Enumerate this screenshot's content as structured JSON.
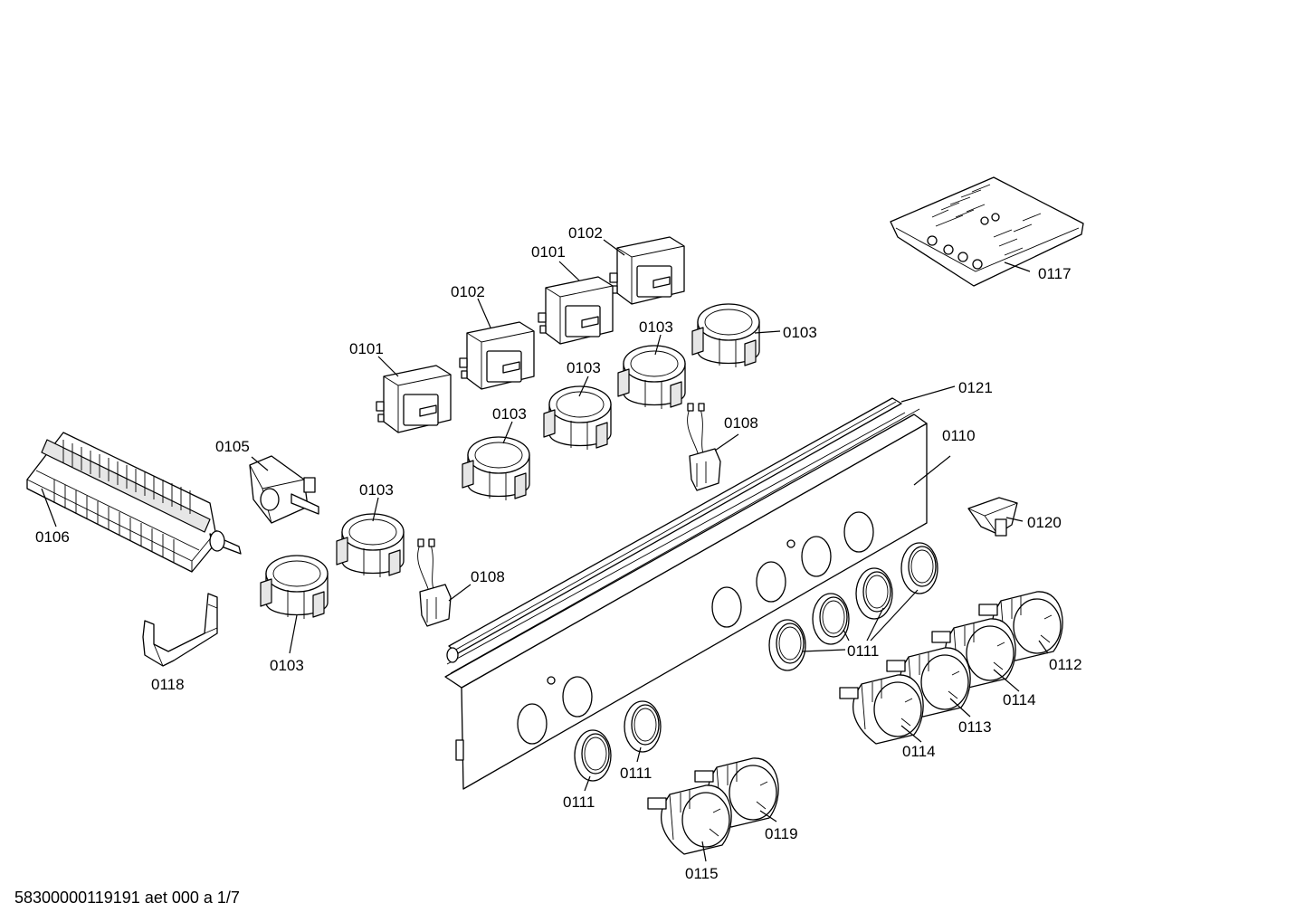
{
  "footer": "58300000119191 aet 000 a 1/7",
  "callouts": {
    "c0101a": "0101",
    "c0101b": "0101",
    "c0102a": "0102",
    "c0102b": "0102",
    "c0103a": "0103",
    "c0103b": "0103",
    "c0103c": "0103",
    "c0103d": "0103",
    "c0103e": "0103",
    "c0103f": "0103",
    "c0105": "0105",
    "c0106": "0106",
    "c0108a": "0108",
    "c0108b": "0108",
    "c0110": "0110",
    "c0111a": "0111",
    "c0111b": "0111",
    "c0111c": "0111",
    "c0112": "0112",
    "c0113": "0113",
    "c0114a": "0114",
    "c0114b": "0114",
    "c0115": "0115",
    "c0117": "0117",
    "c0118": "0118",
    "c0119": "0119",
    "c0120": "0120",
    "c0121": "0121"
  }
}
